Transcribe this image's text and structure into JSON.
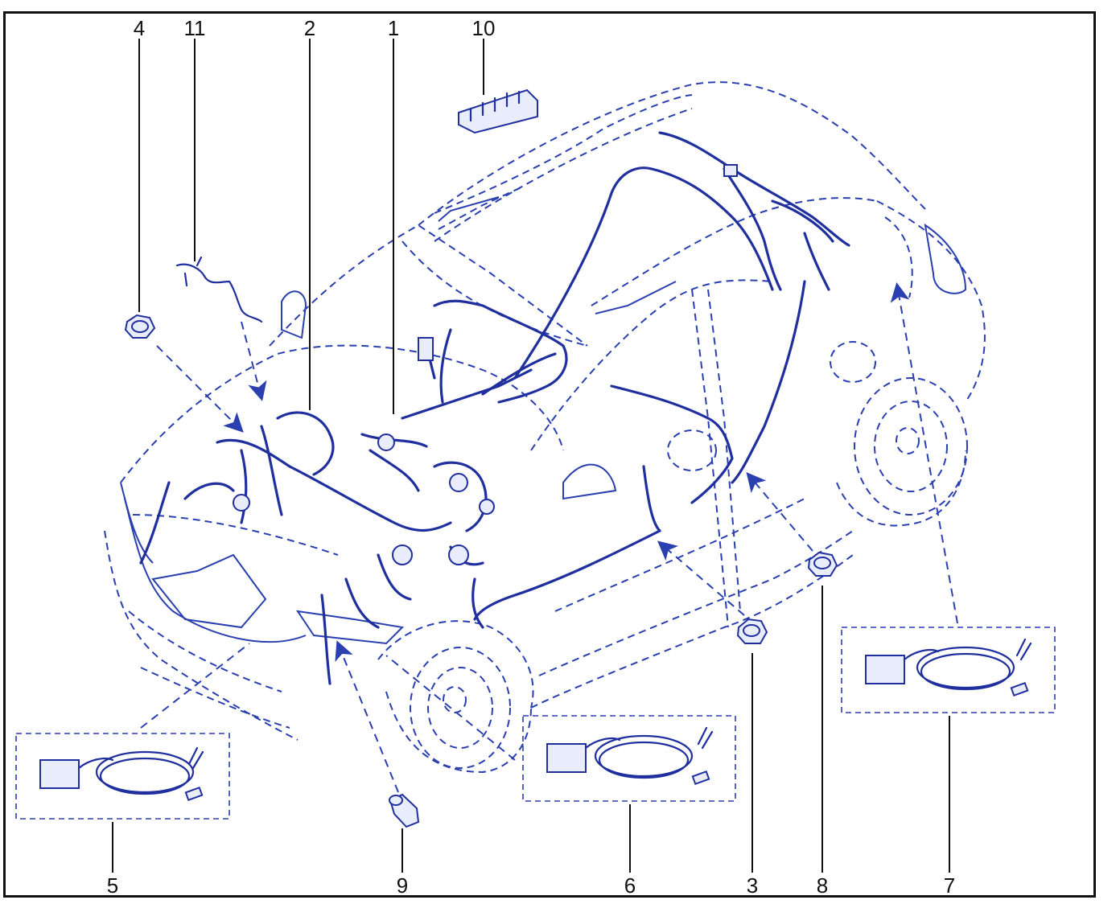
{
  "callouts": {
    "c1": "1",
    "c2": "2",
    "c3": "3",
    "c4": "4",
    "c5": "5",
    "c6": "6",
    "c7": "7",
    "c8": "8",
    "c9": "9",
    "c10": "10",
    "c11": "11"
  },
  "colors": {
    "line": "#2a3fb0",
    "wire": "#1f2f9e",
    "text": "#111111"
  }
}
